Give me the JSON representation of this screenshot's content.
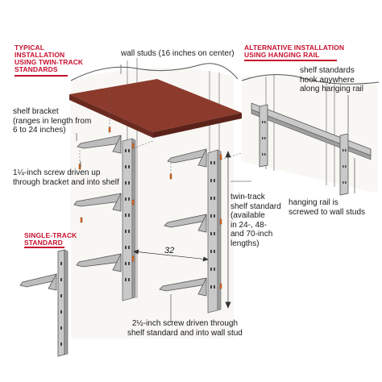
{
  "headers": {
    "typical": [
      "TYPICAL",
      "INSTALLATION",
      "USING TWIN-TRACK",
      "STANDARDS"
    ],
    "alternative": [
      "ALTERNATIVE INSTALLATION",
      "USING HANGING RAIL"
    ],
    "single": [
      "SINGLE-TRACK",
      "STANDARD"
    ]
  },
  "labels": {
    "wall_studs": "wall studs (16 inches on center)",
    "shelf_standards_hook": [
      "shelf standards",
      "hook anywhere",
      "along hanging rail"
    ],
    "shelf_bracket": [
      "shelf bracket",
      "(ranges in length from",
      "6 to 24 inches)"
    ],
    "screw_upper": [
      "1¼-inch screw driven up",
      "through bracket and into shelf"
    ],
    "twin_track": [
      "twin-track",
      "shelf standard",
      "(available",
      "in 24-, 48-",
      "and 70-inch",
      "lengths)"
    ],
    "hanging_rail": [
      "hanging rail is",
      "screwed to wall studs"
    ],
    "dimension": "32",
    "screw_lower": [
      "2½-inch screw driven through",
      "shelf standard and into wall stud"
    ]
  },
  "colors": {
    "accent_red": "#c8102e",
    "shelf_brown": "#8b3a2b",
    "metal_grey": "#b8b8b8",
    "screw_orange": "#e07020"
  }
}
